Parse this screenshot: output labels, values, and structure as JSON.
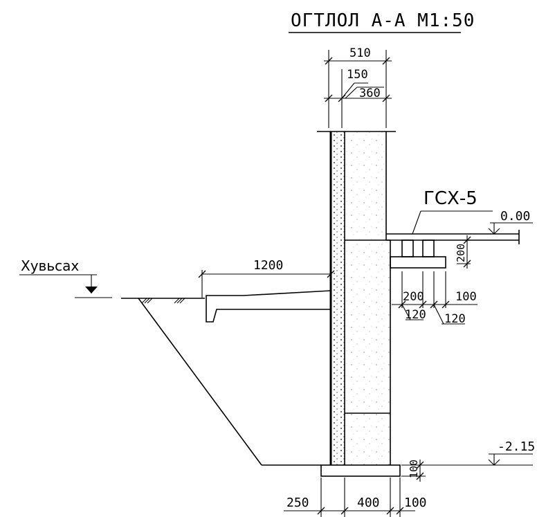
{
  "title": "ОГТЛОЛ А-А М1:50",
  "labels": {
    "material": "ГСХ-5",
    "ground": "Хувьсах"
  },
  "elevations": {
    "floor": "0.00",
    "footing": "-2.15"
  },
  "dimensions": {
    "wall_total": "510",
    "insulation": "150",
    "wall_block": "360",
    "canopy": "1200",
    "floor_beam_height": "200",
    "beam_a": "200",
    "beam_b": "100",
    "beam_c": "120",
    "beam_d": "120",
    "footing_left": "250",
    "footing_mid": "400",
    "footing_right": "100",
    "footing_height": "100"
  }
}
